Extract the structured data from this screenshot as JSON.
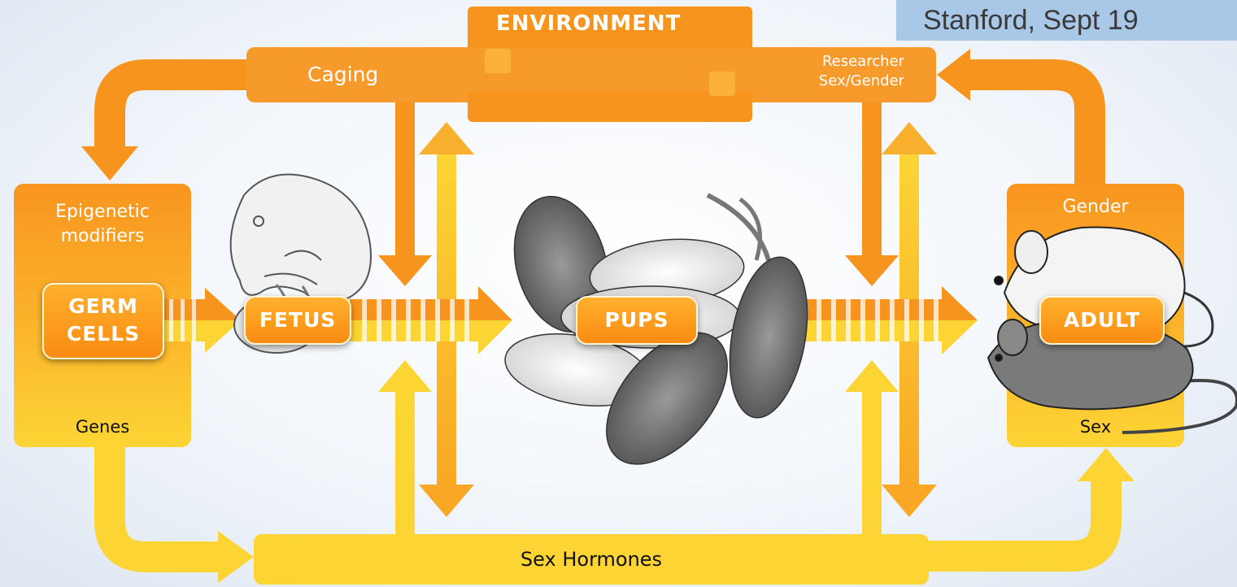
{
  "header": {
    "stamp": "Stanford, Sept 19"
  },
  "environment": {
    "title": "ENVIRONMENT",
    "caging": "Caging",
    "researcher_line1": "Researcher",
    "researcher_line2": "Sex/Gender"
  },
  "left_box": {
    "top": "Epigenetic",
    "top2": "modifiers",
    "bottom": "Genes"
  },
  "right_box": {
    "top": "Gender",
    "bottom": "Sex"
  },
  "stages": {
    "germ_line1": "GERM",
    "germ_line2": "CELLS",
    "fetus": "FETUS",
    "pups": "PUPS",
    "adult": "ADULT"
  },
  "hormones": {
    "label": "Sex Hormones"
  },
  "colors": {
    "orange": "#f7941d",
    "orange_light": "#f9a73e",
    "yellow": "#fcd535",
    "node": "#f98c12"
  },
  "icons": [
    "fetus-illustration-icon",
    "pups-illustration-icon",
    "mice-illustration-icon"
  ]
}
